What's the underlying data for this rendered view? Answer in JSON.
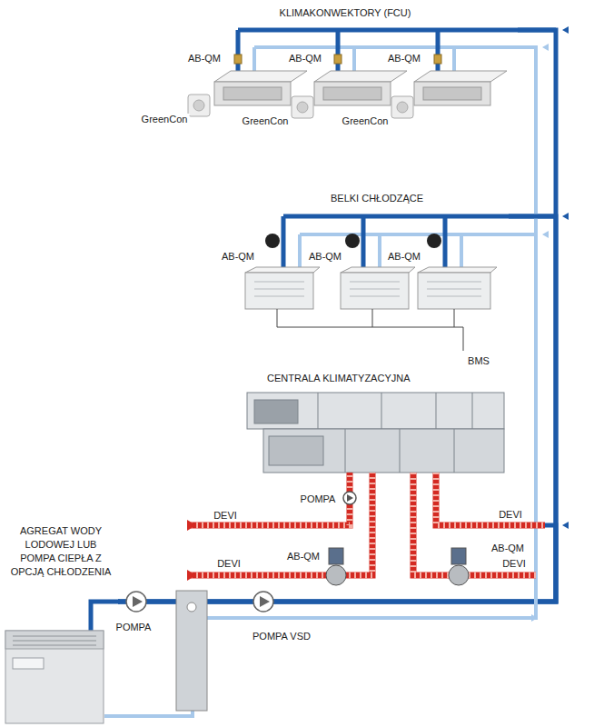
{
  "diagram": {
    "nodes": [
      {
        "text": [
          "KLIMAKONWEKTORY (FCU)"
        ]
      },
      {
        "text": [
          "BELKI CHŁODZĄCE"
        ]
      },
      {
        "text": [
          "CENTRALA KLIMATYZACYJNA"
        ]
      },
      {
        "text": [
          "AGREGAT WODY LODOWEJ LUB POMPA CIEPŁA Z OPCJĄ CHŁODZENIA"
        ]
      }
    ],
    "edges": [
      {
        "from": 3,
        "to": 0,
        "arrow": "none"
      },
      {
        "from": 3,
        "to": 1,
        "arrow": "none"
      },
      {
        "from": 3,
        "to": 2,
        "arrow": "none"
      }
    ],
    "labels": [
      "AB-QM",
      "AB-QM",
      "AB-QM",
      "GreenCon",
      "GreenCon",
      "GreenCon",
      "AB-QM",
      "AB-QM",
      "AB-QM",
      "BMS",
      "POMPA",
      "DEVI",
      "DEVI",
      "AB-QM",
      "DEVI",
      "AB-QM",
      "DEVI",
      "POMPA",
      "POMPA VSD"
    ]
  }
}
